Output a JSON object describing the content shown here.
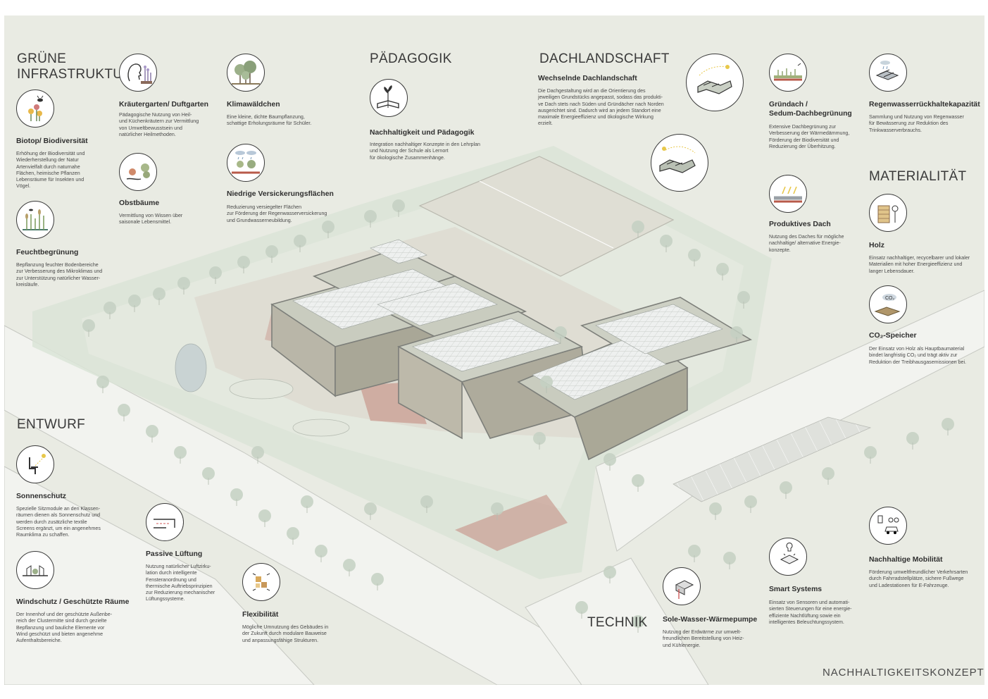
{
  "sections": {
    "gruene_infrastruktur": "GRÜNE\nINFRASTRUKTUR",
    "paedagogik": "PÄDAGOGIK",
    "dachlandschaft": "DACHLANDSCHAFT",
    "materialitaet": "MATERIALITÄT",
    "entwurf": "ENTWURF",
    "technik": "TECHNIK"
  },
  "items": {
    "biotop": {
      "icon": "flower-bee-icon",
      "title": "Biotop/ Biodiversität",
      "text": "Erhöhung der Biodiversität und\nWiederherstellung der Natur\nArtenvielfalt durch naturnahe\nFlächen, heimische Pflanzen\nLebensräume für Insekten und\nVögel."
    },
    "feucht": {
      "icon": "wetland-icon",
      "title": "Feuchtbegrünung",
      "text": "Bepflanzung feuchter Bodenbereiche\nzur Verbesserung des Mikroklimas und\nzur Unterstützung natürlicher Wasser-\nkreisläufe."
    },
    "kraeuter": {
      "icon": "herb-head-icon",
      "title": "Kräutergarten/ Duftgarten",
      "text": "Pädagogische Nutzung von Heil-\nund Küchenkräutern zur Vermittlung\nvon Umweltbewusstsein und\nnatürlicher Heilmethoden."
    },
    "obst": {
      "icon": "fruit-hand-icon",
      "title": "Obstbäume",
      "text": "Vermittlung von Wissen über\nsaisonale Lebensmittel."
    },
    "klima": {
      "icon": "trees-icon",
      "title": "Klimawäldchen",
      "text": "Eine kleine, dichte Baumpflanzung,\nschattige Erholungsräume für Schüler."
    },
    "versick": {
      "icon": "rain-trees-icon",
      "title": "Niedrige Versickerungsflächen",
      "text": "Reduzierung versiegelter Flächen\nzur Förderung der Regenwasserversickerung\nund Grundwasserneubildung."
    },
    "nachhalt": {
      "icon": "book-plant-icon",
      "title": "Nachhaltigkeit und Pädagogik",
      "text": "Integration nachhaltiger Konzepte in den Lehrplan\nund Nutzung der Schule als Lernort\nfür ökologische Zusammenhänge."
    },
    "wechsel": {
      "title": "Wechselnde Dachlandschaft",
      "text": "Die Dachgestaltung wird an die Orientierung des\njeweiligen Grundstücks angepasst, sodass das produkti-\nve Dach stets nach Süden und Gründächer nach Norden\nausgerichtet sind. Dadurch wird an jedem Standort eine\nmaximale Energieeffizienz und ökologische Wirkung\nerzielt."
    },
    "roof_diagram_1": {
      "icon": "roof-orientation-icon"
    },
    "roof_diagram_2": {
      "icon": "roof-orientation-icon"
    },
    "gruendach": {
      "icon": "green-roof-icon",
      "title": "Gründach /\nSedum-Dachbegrünung",
      "text": "Extensive Dachbegrünung zur\nVerbesserung der Wärmedämmung,\nFörderung der Biodiversität und\nReduzierung der Überhitzung."
    },
    "produktiv": {
      "icon": "solar-roof-icon",
      "title": "Produktives Dach",
      "text": "Nutzung des Daches für mögliche\nnachhaltige/ alternative Energie-\nkonzepte."
    },
    "regen": {
      "icon": "rainwater-icon",
      "title": "Regenwasserrückhaltekapazität",
      "text": "Sammlung und Nutzung von Regenwasser\nfür Bewässerung zur Reduktion des\nTrinkwasserverbrauchs."
    },
    "holz": {
      "icon": "wood-icon",
      "title": "Holz",
      "text": "Einsatz nachhaltiger, recycelbarer und lokaler\nMaterialien mit hoher Energieeffizienz und\nlanger Lebensdauer."
    },
    "co2": {
      "icon": "co2-storage-icon",
      "title": "CO₂-Speicher",
      "text": "Der Einsatz von Holz als Hauptbaumaterial\nbindet langfristig CO₂ und trägt aktiv zur\nReduktion der Treibhausgasemissionen bei."
    },
    "sonne": {
      "icon": "sun-shade-icon",
      "title": "Sonnenschutz",
      "text": "Spezielle Sitzmodule an den Klassen-\nräumen dienen als Sonnenschutz und\nwerden durch zusätzliche textile\nScreens ergänzt, um ein angenehmes\nRaumklima zu schaffen."
    },
    "lueftung": {
      "icon": "ventilation-icon",
      "title": "Passive Lüftung",
      "text": "Nutzung natürlicher Luftzirku-\nlation durch intelligente\nFensteranordnung und\nthermische Auftriebsprinzipien\nzur Reduzierung mechanischer\nLüftungssysteme."
    },
    "wind": {
      "icon": "wind-shelter-icon",
      "title": "Windschutz / Geschützte Räume",
      "text": "Der Innenhof und der geschützte Außenbe-\nreich der Clustermitte sind durch gezielte\nBepflanzung und bauliche Elemente vor\nWind geschützt und bieten angenehme\nAufenthaltsbereiche."
    },
    "flex": {
      "icon": "modules-cycle-icon",
      "title": "Flexibilität",
      "text": "Mögliche Umnutzung des Gebäudes in\nder Zukunft durch modulare Bauweise\nund anpassungsfähige Strukturen."
    },
    "sole": {
      "icon": "heat-pump-icon",
      "title": "Sole-Wasser-Wärmepumpe",
      "text": "Nutzung der Erdwärme zur umwelt-\nfreundlichen Bereitstellung von Heiz-\nund Kühlenergie."
    },
    "smart": {
      "icon": "smart-bulb-icon",
      "title": "Smart Systems",
      "text": "Einsatz von Sensoren und automati-\nsierten Steuerungen für eine energie-\neffiziente Nachtlüftung sowie ein\nintelligentes Beleuchtungssystem."
    },
    "mobil": {
      "icon": "ev-bike-icon",
      "title": "Nachhaltige Mobilität",
      "text": "Förderung umweltfreundlicher Verkehrsarten\ndurch Fahrradstellplätze, sichere Fußwege\nund Ladestationen für E-Fahrzeuge."
    }
  },
  "footer": "NACHHALTIGKEITSKONZEPT"
}
